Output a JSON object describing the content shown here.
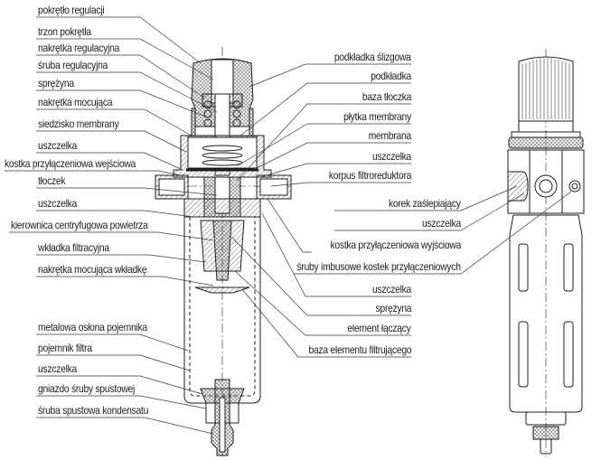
{
  "diagram": {
    "title": "Filtroreduktor — przekrój i widok",
    "colors": {
      "line": "#1d1d1b",
      "leader": "#3a3a3a",
      "hatch": "#6e6e6e",
      "background": "#ffffff"
    },
    "left_labels": [
      {
        "id": "pokretlo-regulacji",
        "text": "pokrętło regulacji"
      },
      {
        "id": "trzon-pokretla",
        "text": "trzon pokrętła"
      },
      {
        "id": "nakretka-regulacyjna",
        "text": "nakrętka regulacyjna"
      },
      {
        "id": "sruba-regulacyjna",
        "text": "śruba regulacyjna"
      },
      {
        "id": "sprezyna-gorna",
        "text": "sprężyna"
      },
      {
        "id": "nakretka-mocujaca",
        "text": "nakrętka mocująca"
      },
      {
        "id": "siedzisko-membrany",
        "text": "siedzisko membrany"
      },
      {
        "id": "uszczelka-1",
        "text": "uszczelka"
      },
      {
        "id": "kostka-wejsciowa",
        "text": "kostka przyłączeniowa wejściowa"
      },
      {
        "id": "tloczek",
        "text": "tłoczek"
      },
      {
        "id": "uszczelka-2",
        "text": "uszczelka"
      },
      {
        "id": "kierownica",
        "text": "kierownica centryfugowa powietrza"
      },
      {
        "id": "wkladka-filtracyjna",
        "text": "wkładka filtracyjna"
      },
      {
        "id": "nakretka-wkladki",
        "text": "nakrętka mocująca wkładkę"
      },
      {
        "id": "oslona-pojemnika",
        "text": "metalowa osłona pojemnika"
      },
      {
        "id": "pojemnik-filtra",
        "text": "pojemnik filtra"
      },
      {
        "id": "uszczelka-3",
        "text": "uszczelka"
      },
      {
        "id": "gniazdo-sruby",
        "text": "gniazdo śruby spustowej"
      },
      {
        "id": "sruba-spustowa",
        "text": "śruba spustowa kondensatu"
      }
    ],
    "right_labels": [
      {
        "id": "podkladka-slizgowa",
        "text": "podkładka ślizgowa"
      },
      {
        "id": "podkladka",
        "text": "podkładka"
      },
      {
        "id": "baza-tloczka",
        "text": "baza tłoczka"
      },
      {
        "id": "plytka-membrany",
        "text": "płytka membrany"
      },
      {
        "id": "membrana",
        "text": "membrana"
      },
      {
        "id": "uszczelka-r1",
        "text": "uszczelka"
      },
      {
        "id": "korpus",
        "text": "korpus filtroreduktora"
      },
      {
        "id": "korek",
        "text": "korek zaślepiający"
      },
      {
        "id": "uszczelka-r2",
        "text": "uszczelka"
      },
      {
        "id": "kostka-wyjsciowa",
        "text": "kostka przyłączeniowa wyjściowa"
      },
      {
        "id": "sruby-imbusowe",
        "text": "śruby imbusowe kostek przyłączeniowych"
      },
      {
        "id": "uszczelka-r3",
        "text": "uszczelka"
      },
      {
        "id": "sprezyna-dolna",
        "text": "sprężyna"
      },
      {
        "id": "element-laczacy",
        "text": "element łączący"
      },
      {
        "id": "baza-elementu",
        "text": "baza elementu filtrującego"
      }
    ]
  }
}
